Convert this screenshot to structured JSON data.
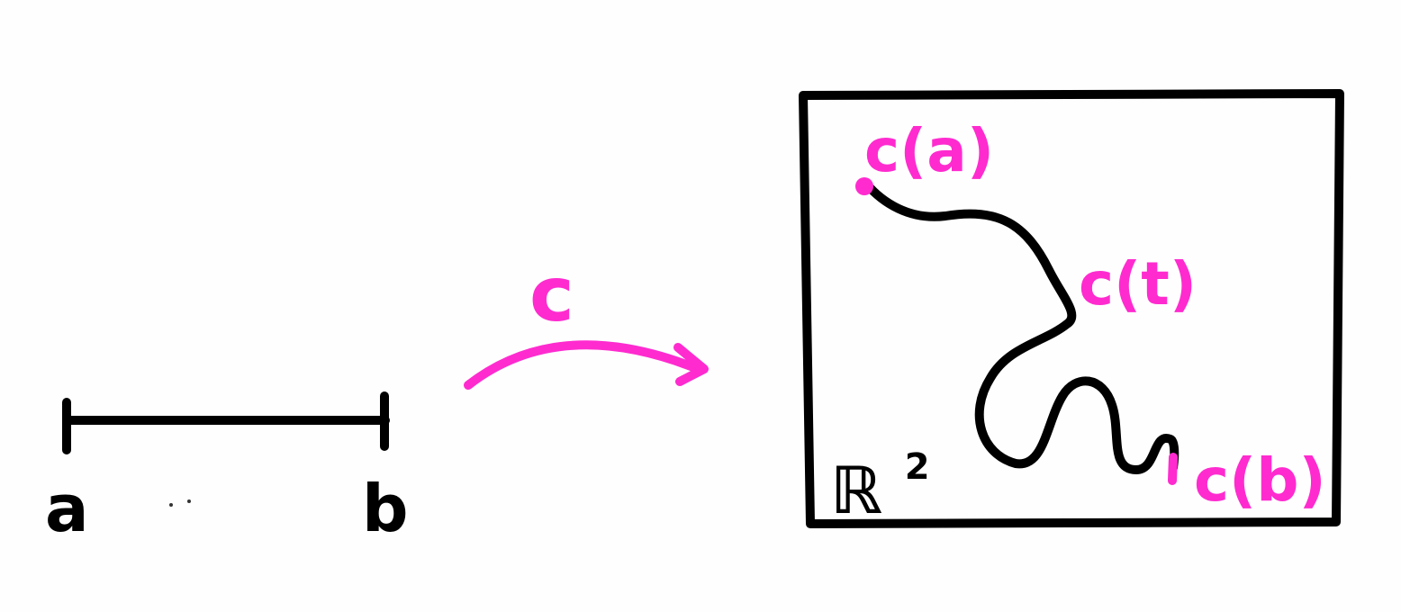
{
  "interval": {
    "left_label": "a",
    "right_label": "b"
  },
  "map": {
    "label": "c"
  },
  "plane": {
    "label": "ℝ",
    "superscript": "2"
  },
  "curve_points": {
    "start": "c(a)",
    "middle": "c(t)",
    "end": "c(b)"
  },
  "colors": {
    "ink": "#000000",
    "highlight": "#ff2bcf",
    "background": "#fefefe"
  }
}
